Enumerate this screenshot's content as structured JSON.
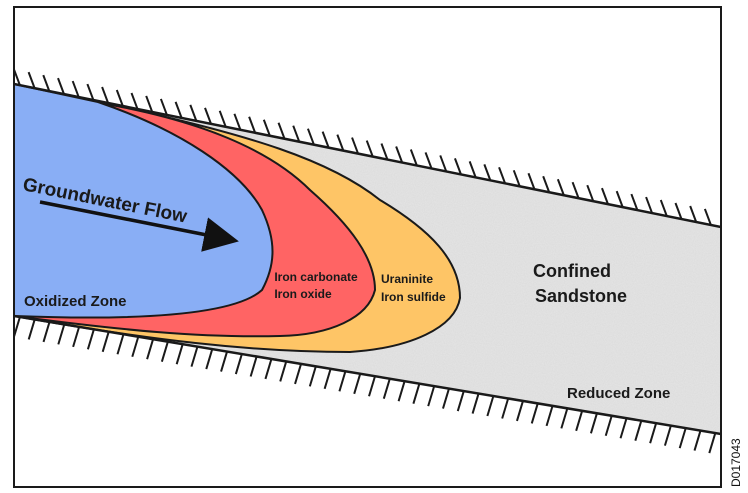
{
  "labels": {
    "groundwater_flow": "Groundwater Flow",
    "oxidized_zone": "Oxidized Zone",
    "red_front_line1": "Iron carbonate",
    "red_front_line2": "Iron oxide",
    "orange_front_line1": "Uraninite",
    "orange_front_line2": "Iron sulfide",
    "sandstone_line1": "Confined",
    "sandstone_line2": "Sandstone",
    "reduced_zone": "Reduced Zone",
    "figure_code": "D017043"
  },
  "colors": {
    "oxidized": "#89aef5",
    "iron_front": "#ff6464",
    "uranium_front": "#fec566",
    "sandstone": "#e6e6e6",
    "outline": "#1a1a1a"
  }
}
